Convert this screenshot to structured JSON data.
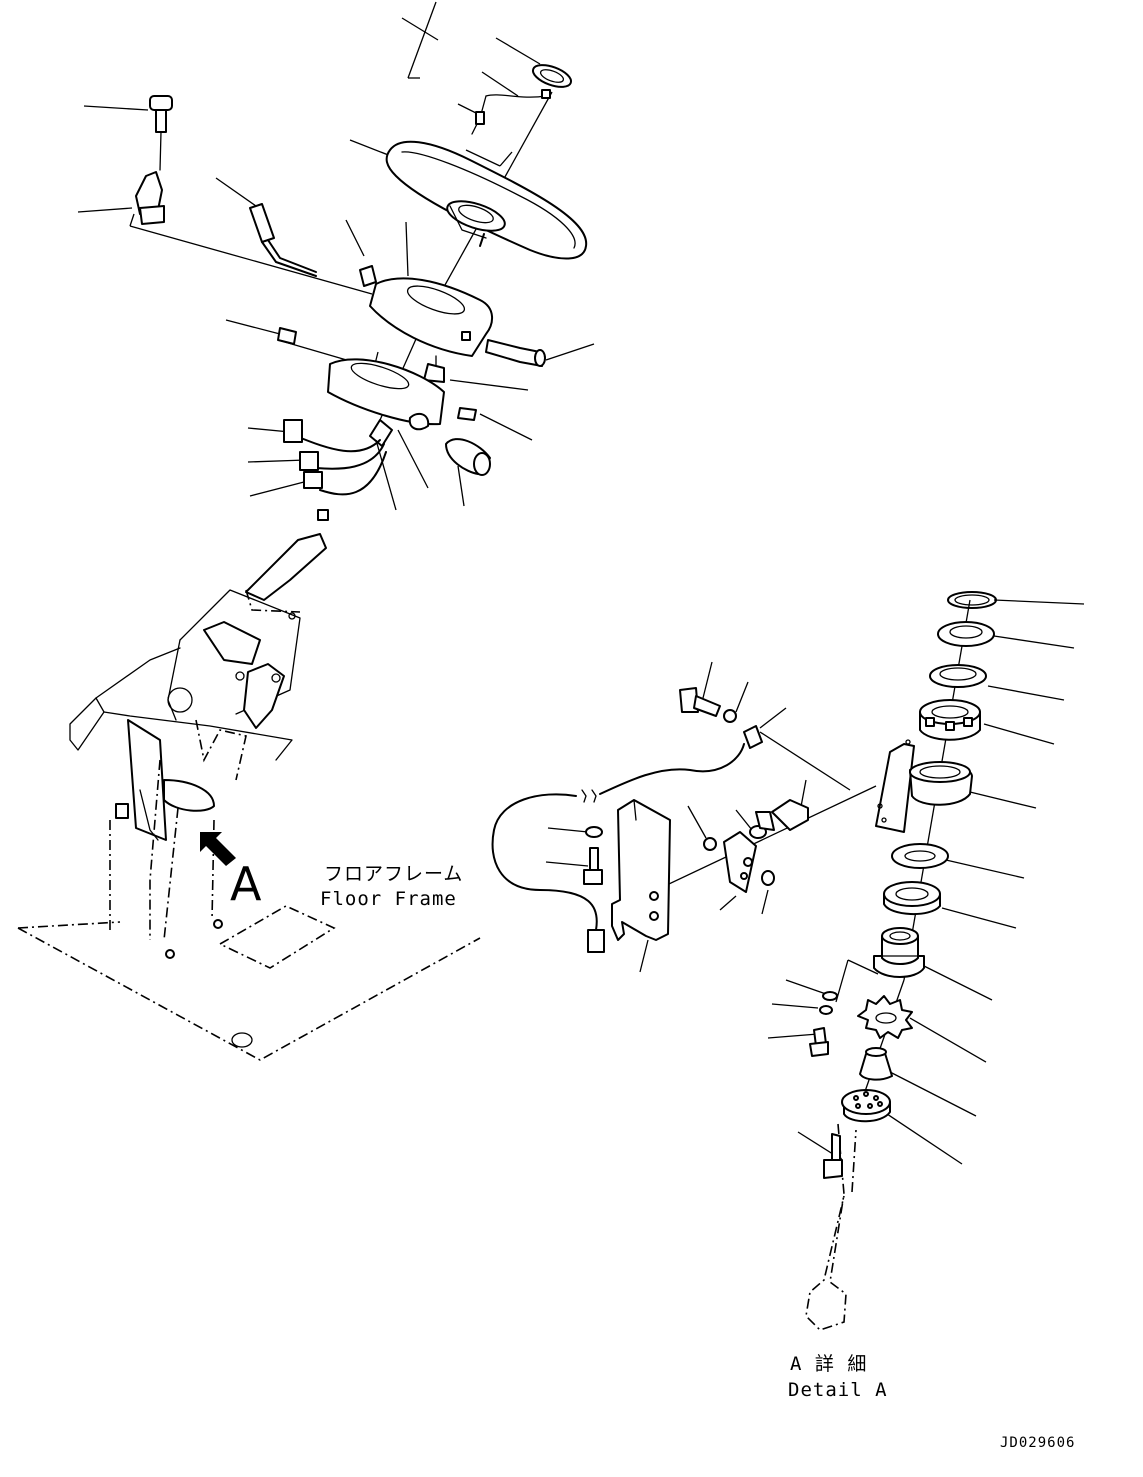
{
  "labels": {
    "floor_frame_jp": "フロアフレーム",
    "floor_frame_en": "Floor Frame",
    "view_marker": "A",
    "detail_jp": "A 詳 細",
    "detail_en": "Detail A",
    "drawing_code": "JD029606"
  },
  "colors": {
    "ink": "#000000",
    "paper": "#ffffff"
  }
}
